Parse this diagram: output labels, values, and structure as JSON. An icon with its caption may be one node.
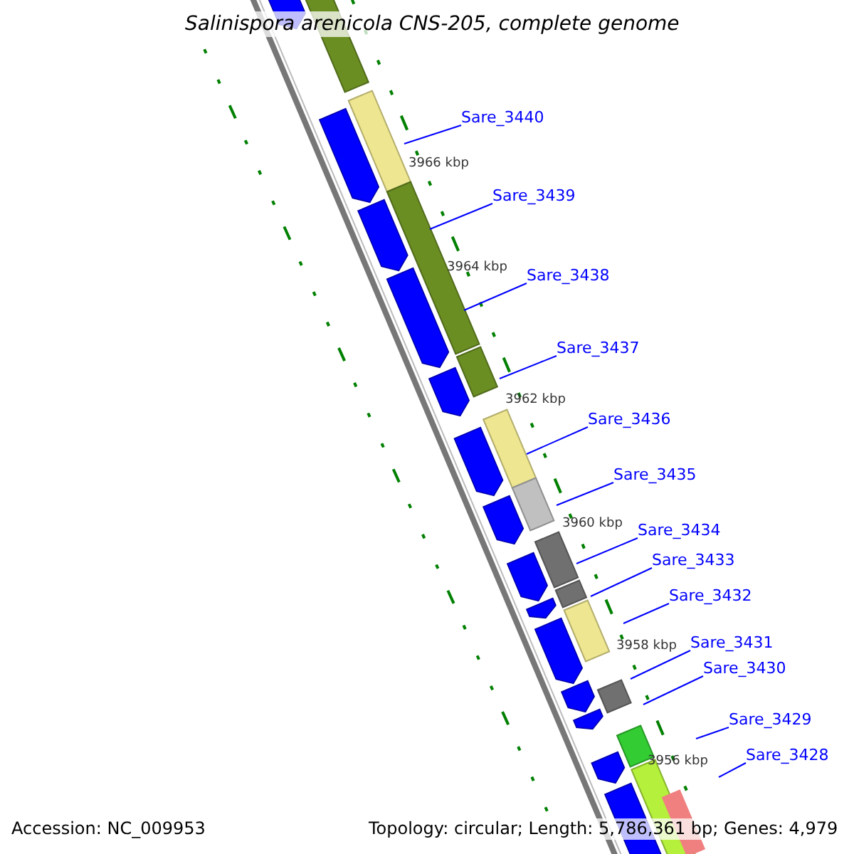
{
  "diagram": {
    "title": "Salinispora arenicola CNS-205, complete genome",
    "nodes": [
      {
        "text": [
          "Sare_3440"
        ]
      },
      {
        "text": [
          "Sare_3439"
        ]
      },
      {
        "text": [
          "Sare_3438"
        ]
      },
      {
        "text": [
          "Sare_3437"
        ]
      },
      {
        "text": [
          "Sare_3436"
        ]
      },
      {
        "text": [
          "Sare_3435"
        ]
      },
      {
        "text": [
          "Sare_3434"
        ]
      },
      {
        "text": [
          "Sare_3433"
        ]
      },
      {
        "text": [
          "Sare_3432"
        ]
      },
      {
        "text": [
          "Sare_3431"
        ]
      },
      {
        "text": [
          "Sare_3430"
        ]
      },
      {
        "text": [
          "Sare_3429"
        ]
      },
      {
        "text": [
          "Sare_3428"
        ]
      }
    ],
    "edges": [
      {
        "from": 0,
        "to": null,
        "arrow": "none"
      },
      {
        "from": 1,
        "to": null,
        "arrow": "none"
      },
      {
        "from": 2,
        "to": null,
        "arrow": "none"
      },
      {
        "from": 3,
        "to": null,
        "arrow": "none"
      },
      {
        "from": 4,
        "to": null,
        "arrow": "none"
      },
      {
        "from": 5,
        "to": null,
        "arrow": "none"
      },
      {
        "from": 6,
        "to": null,
        "arrow": "none"
      },
      {
        "from": 7,
        "to": null,
        "arrow": "none"
      },
      {
        "from": 8,
        "to": null,
        "arrow": "none"
      },
      {
        "from": 9,
        "to": null,
        "arrow": "none"
      },
      {
        "from": 10,
        "to": null,
        "arrow": "none"
      },
      {
        "from": 11,
        "to": null,
        "arrow": "none"
      },
      {
        "from": 12,
        "to": null,
        "arrow": "none"
      }
    ],
    "labels": [
      "3966 kbp",
      "3964 kbp",
      "3962 kbp",
      "3960 kbp",
      "3958 kbp",
      "3956 kbp",
      "Accession: NC_009953",
      "Topology: circular; Length: 5,786,361 bp; Genes: 4,979"
    ]
  }
}
